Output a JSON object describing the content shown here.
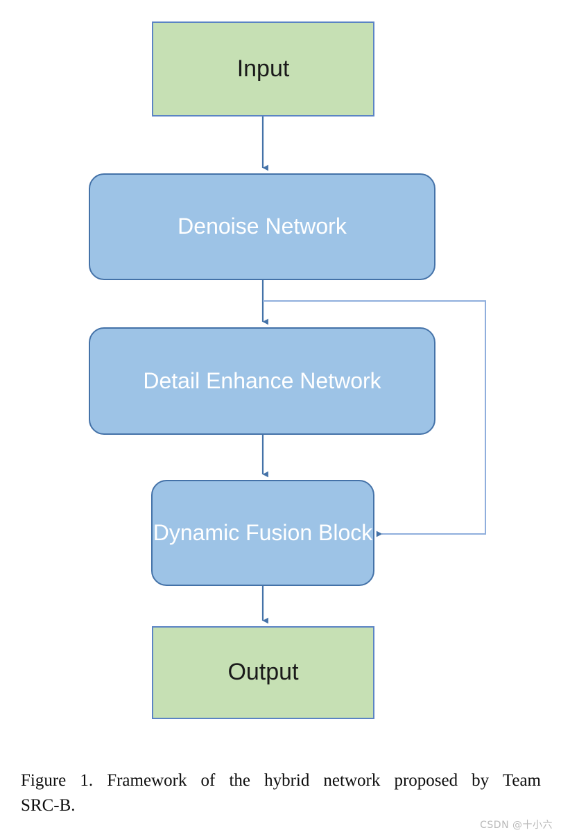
{
  "figure": {
    "diagram_type": "flowchart",
    "nodes": [
      {
        "id": "input",
        "label": "Input",
        "shape": "rectangle",
        "fill": "#C6E0B4",
        "border": "#5B84C4",
        "text_color": "#1A1A1A"
      },
      {
        "id": "denoise",
        "label": "Denoise Network",
        "shape": "rounded-rectangle",
        "fill": "#9DC3E6",
        "border": "#4472A8",
        "text_color": "#FFFFFF"
      },
      {
        "id": "detail",
        "label": "Detail Enhance Network",
        "shape": "rounded-rectangle",
        "fill": "#9DC3E6",
        "border": "#4472A8",
        "text_color": "#FFFFFF"
      },
      {
        "id": "fusion",
        "label": "Dynamic Fusion Block",
        "shape": "rounded-rectangle",
        "fill": "#9DC3E6",
        "border": "#4472A8",
        "text_color": "#FFFFFF"
      },
      {
        "id": "output",
        "label": "Output",
        "shape": "rectangle",
        "fill": "#C6E0B4",
        "border": "#5B84C4",
        "text_color": "#1A1A1A"
      }
    ],
    "edges": [
      {
        "id": "e1",
        "from": "input",
        "to": "denoise",
        "style": "straight-down",
        "arrow": "down"
      },
      {
        "id": "e2",
        "from": "denoise",
        "to": "detail",
        "style": "straight-down",
        "arrow": "down"
      },
      {
        "id": "e3",
        "from": "detail",
        "to": "fusion",
        "style": "straight-down",
        "arrow": "down"
      },
      {
        "id": "e4",
        "from": "fusion",
        "to": "output",
        "style": "straight-down",
        "arrow": "down"
      },
      {
        "id": "e5",
        "from": "denoise",
        "to": "fusion",
        "style": "skip-connection-right",
        "arrow": "left"
      }
    ],
    "arrow_color": "#4472A8",
    "skip_line_color": "#8FAEDC"
  },
  "caption": {
    "line1": "Figure 1.  Framework of the hybrid network proposed by Team",
    "line2": "SRC-B.",
    "full": "Figure 1. Framework of the hybrid network proposed by Team SRC-B."
  },
  "watermark": {
    "text": "CSDN @十小六"
  }
}
